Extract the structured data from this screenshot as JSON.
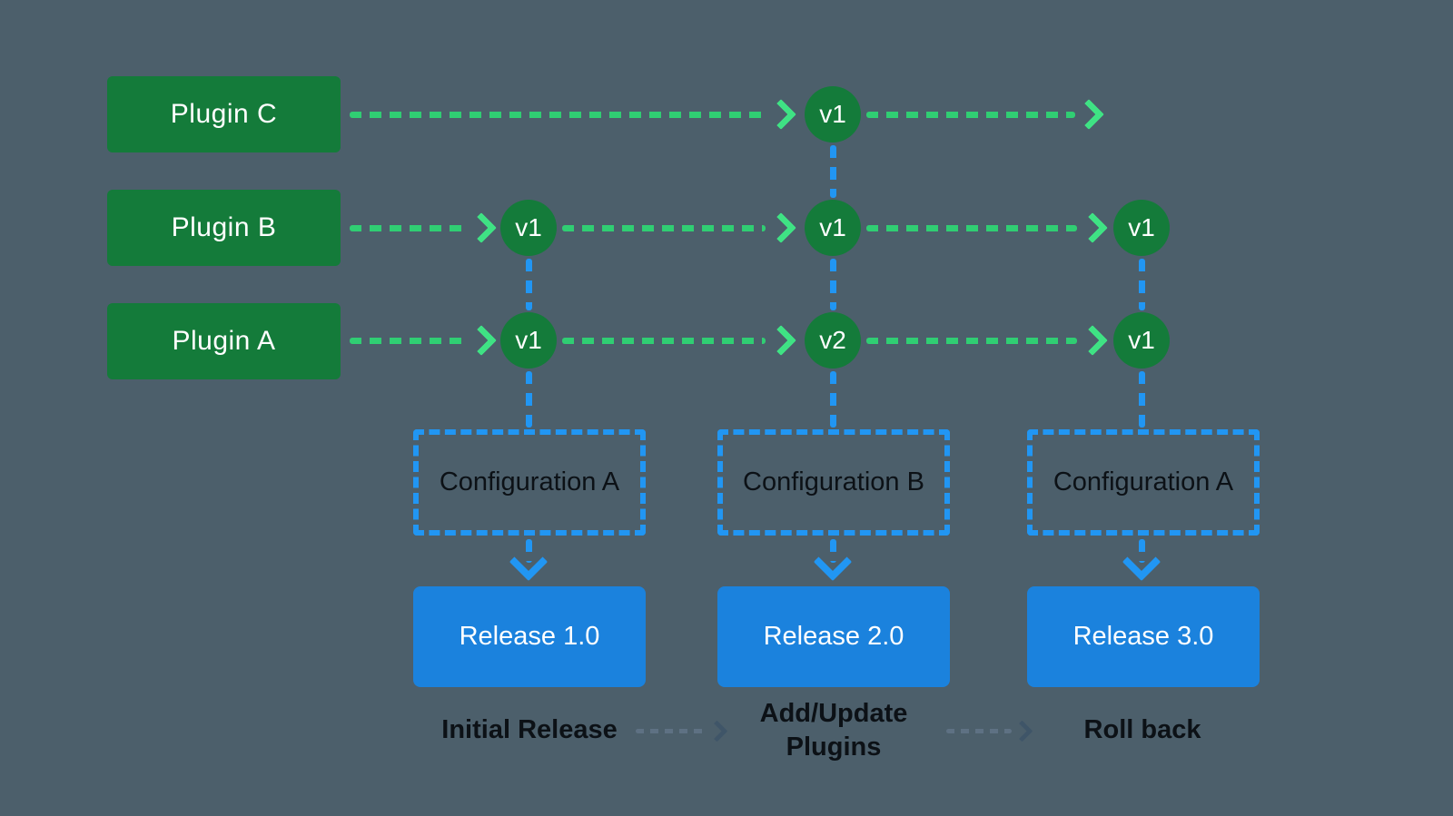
{
  "diagram": {
    "plugins": [
      {
        "label": "Plugin C"
      },
      {
        "label": "Plugin B"
      },
      {
        "label": "Plugin A"
      }
    ],
    "version_nodes": [
      {
        "plugin": "Plugin C",
        "column": 2,
        "label": "v1"
      },
      {
        "plugin": "Plugin B",
        "column": 1,
        "label": "v1"
      },
      {
        "plugin": "Plugin B",
        "column": 2,
        "label": "v1"
      },
      {
        "plugin": "Plugin B",
        "column": 3,
        "label": "v1"
      },
      {
        "plugin": "Plugin A",
        "column": 1,
        "label": "v1"
      },
      {
        "plugin": "Plugin A",
        "column": 2,
        "label": "v2"
      },
      {
        "plugin": "Plugin A",
        "column": 3,
        "label": "v1"
      }
    ],
    "configurations": [
      {
        "label": "Configuration A"
      },
      {
        "label": "Configuration B"
      },
      {
        "label": "Configuration A"
      }
    ],
    "releases": [
      {
        "label": "Release 1.0"
      },
      {
        "label": "Release 2.0"
      },
      {
        "label": "Release 3.0"
      }
    ],
    "stages": [
      {
        "label": "Initial Release"
      },
      {
        "label": "Add/Update Plugins"
      },
      {
        "label": "Roll back"
      }
    ],
    "icons": {
      "plugin_timeline_head": "chevron-right-icon",
      "config_to_release_head": "chevron-down-icon",
      "stage_transition_head": "chevron-right-icon"
    },
    "colors": {
      "background": "#4C5F6B",
      "plugin_box": "#147B3A",
      "version_node": "#147B3A",
      "green_arrow": "#30CE73",
      "green_arrow_head": "#3FE284",
      "blue": "#2196F3",
      "release_box": "#1B82DD",
      "text_light": "#FFFFFF",
      "text_dark": "#0C1116",
      "stage_arrow": "#5E7183",
      "stage_arrow_head": "#3F5568"
    }
  }
}
